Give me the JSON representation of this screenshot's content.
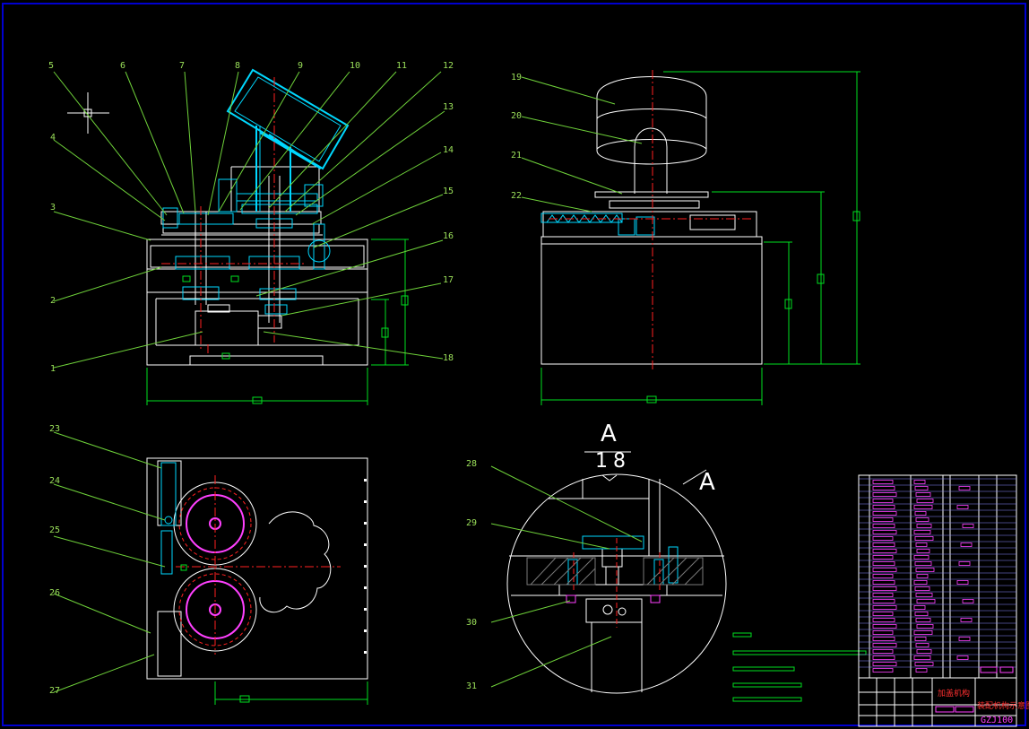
{
  "drawing": {
    "colors": {
      "background": "#000000",
      "outline": "#ffffff",
      "leader": "#6fd23a",
      "label": "#9be05a",
      "part": "#00d8ff",
      "centerline": "#ff2020",
      "dimension": "#00e020",
      "gear": "#ff40ff",
      "title_block": "#ff40ff"
    },
    "part_labels": {
      "p1": "1",
      "p2": "2",
      "p3": "3",
      "p4": "4",
      "p5": "5",
      "p6": "6",
      "p7": "7",
      "p8": "8",
      "p9": "9",
      "p10": "10",
      "p11": "11",
      "p12": "12",
      "p13": "13",
      "p14": "14",
      "p15": "15",
      "p16": "16",
      "p17": "17",
      "p18": "18",
      "p19": "19",
      "p20": "20",
      "p21": "21",
      "p22": "22",
      "p23": "23",
      "p24": "24",
      "p25": "25",
      "p26": "26",
      "p27": "27",
      "p28": "28",
      "p29": "29",
      "p30": "30",
      "p31": "31"
    },
    "section_marker": {
      "letter": "A",
      "scale_top": "1",
      "scale_bottom": "8"
    },
    "detail_callout": "A",
    "title_block": {
      "company": "加盖机构",
      "drawing_title": "装配机构示意图",
      "drawing_number": "GZJ100"
    }
  }
}
